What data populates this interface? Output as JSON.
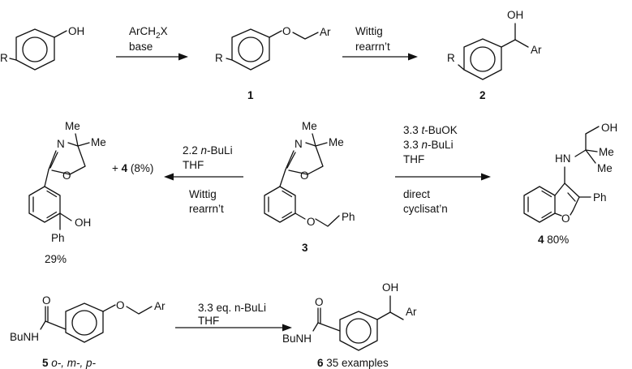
{
  "row1": {
    "start": {
      "r": "R",
      "oh": "OH"
    },
    "arrow1": {
      "line1": "ArCH",
      "sub": "2",
      "line1_end": "X",
      "line2": "base"
    },
    "cpd1": {
      "r": "R",
      "o": "O",
      "ar": "Ar",
      "label": "1"
    },
    "arrow2": {
      "line1": "Wittig",
      "line2": "rearrn’t"
    },
    "cpd2": {
      "r": "R",
      "oh": "OH",
      "ar": "Ar",
      "label": "2"
    }
  },
  "row2": {
    "product_left": {
      "me1": "Me",
      "me2": "Me",
      "n": "N",
      "o": "O",
      "oh": "OH",
      "ph": "Ph",
      "yield": "29%"
    },
    "plus_text": {
      "plus": "+ ",
      "num": "4",
      "rest": " (8%)"
    },
    "arrow_left": {
      "amt1": "2.2 ",
      "reagent1": "n",
      "reagent1_rest": "-BuLi",
      "solvent": "THF",
      "below1": "Wittig",
      "below2": "rearrn’t"
    },
    "cpd3": {
      "me1": "Me",
      "me2": "Me",
      "n": "N",
      "o": "O",
      "o2": "O",
      "ph": "Ph",
      "label": "3"
    },
    "arrow_right": {
      "amt1": "3.3 ",
      "reagent1": "t",
      "reagent1_rest": "-BuOK",
      "amt2": "3.3 ",
      "reagent2": "n",
      "reagent2_rest": "-BuLi",
      "solvent": "THF",
      "below1": "direct",
      "below2": "cyclisat’n"
    },
    "cpd4": {
      "oh": "OH",
      "hn": "HN",
      "me1": "Me",
      "me2": "Me",
      "o": "O",
      "ph": "Ph",
      "label": "4",
      "yield": " 80%"
    }
  },
  "row3": {
    "cpd5": {
      "o_carbonyl": "O",
      "bunh": "BuNH",
      "o": "O",
      "ar": "Ar",
      "label": "5",
      "isomers": " o-, m-, p-"
    },
    "arrow": {
      "line1": "3.3 eq. n-BuLi",
      "line2": "THF"
    },
    "cpd6": {
      "o_carbonyl": "O",
      "bunh": "BuNH",
      "oh": "OH",
      "ar": "Ar",
      "label": "6",
      "count": " 35 examples"
    }
  }
}
